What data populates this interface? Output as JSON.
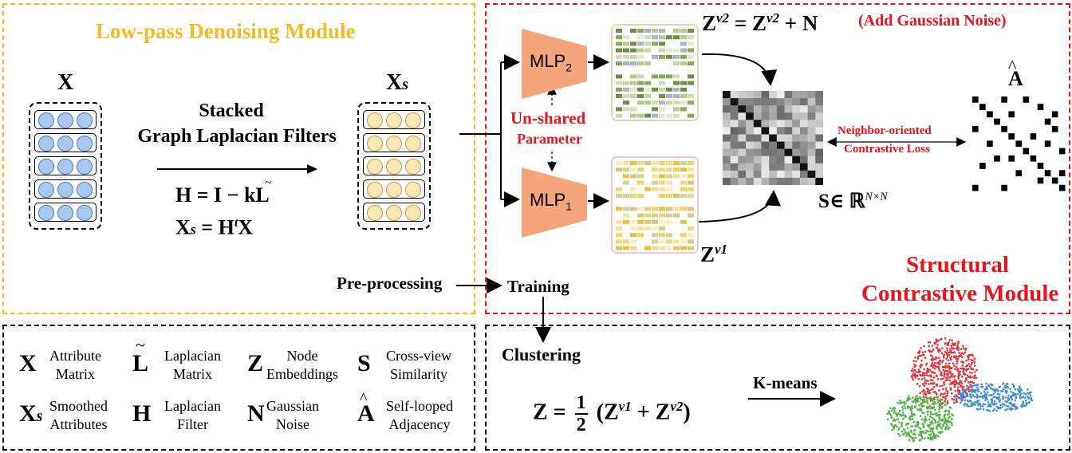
{
  "denoise_module": {
    "title": "Low-pass Denoising Module",
    "input_label": "X",
    "output_label": "X",
    "output_sub": "s",
    "arrow_line1": "Stacked",
    "arrow_line2": "Graph Laplacian Filters",
    "eq1": "H = I − kL",
    "eq2": "X",
    "eq2_sub": "s",
    "eq2_rest": " = H",
    "eq2_sup": "t",
    "eq2_end": "X",
    "pre_label": "Pre-processing",
    "train_label": "Training"
  },
  "contrastive_module": {
    "title_line1": "Structural",
    "title_line2": "Contrastive Module",
    "mlp2_label": "MLP",
    "mlp2_sub": "2",
    "mlp1_label": "MLP",
    "mlp1_sub": "1",
    "unshared_line1": "Un-shared",
    "unshared_line2": "Parameter",
    "z2_eq": "Z = Z + N",
    "z2_sup": "v2",
    "noise_note": "(Add Gaussian Noise)",
    "z1_label": "Z",
    "z1_sup": "v1",
    "s_label": "S∈ ℝ",
    "s_sup": "N×N",
    "loss_line1": "Neighbor-oriented",
    "loss_line2": "Contrastive Loss",
    "a_hat": "A"
  },
  "legend": {
    "items": [
      {
        "symbol": "X",
        "label": "Attribute\nMatrix"
      },
      {
        "symbol": "L",
        "label": "Laplacian\nMatrix"
      },
      {
        "symbol": "Z",
        "label": "Node\nEmbeddings"
      },
      {
        "symbol": "S",
        "label": "Cross-view\nSimilarity"
      },
      {
        "symbol": "X",
        "sub": "s",
        "label": "Smoothed\nAttributes"
      },
      {
        "symbol": "H",
        "label": "Laplacian\nFilter"
      },
      {
        "symbol": "N",
        "label": "Gaussian\nNoise"
      },
      {
        "symbol": "A",
        "label": "Self-looped\nAdjacency"
      }
    ]
  },
  "clustering": {
    "title": "Clustering",
    "eq_left": "Z =",
    "frac_num": "1",
    "frac_den": "2",
    "eq_right": "(Z",
    "sup1": "v1",
    "plus": " + Z",
    "sup2": "v2",
    "close": ")",
    "kmeans": "K-means"
  },
  "colors": {
    "yellow": "#f5b921",
    "red": "#e8141c",
    "mlp": "#f4a57a",
    "node_blue": "#a8c8ef",
    "node_yellow": "#fbe8b9"
  }
}
